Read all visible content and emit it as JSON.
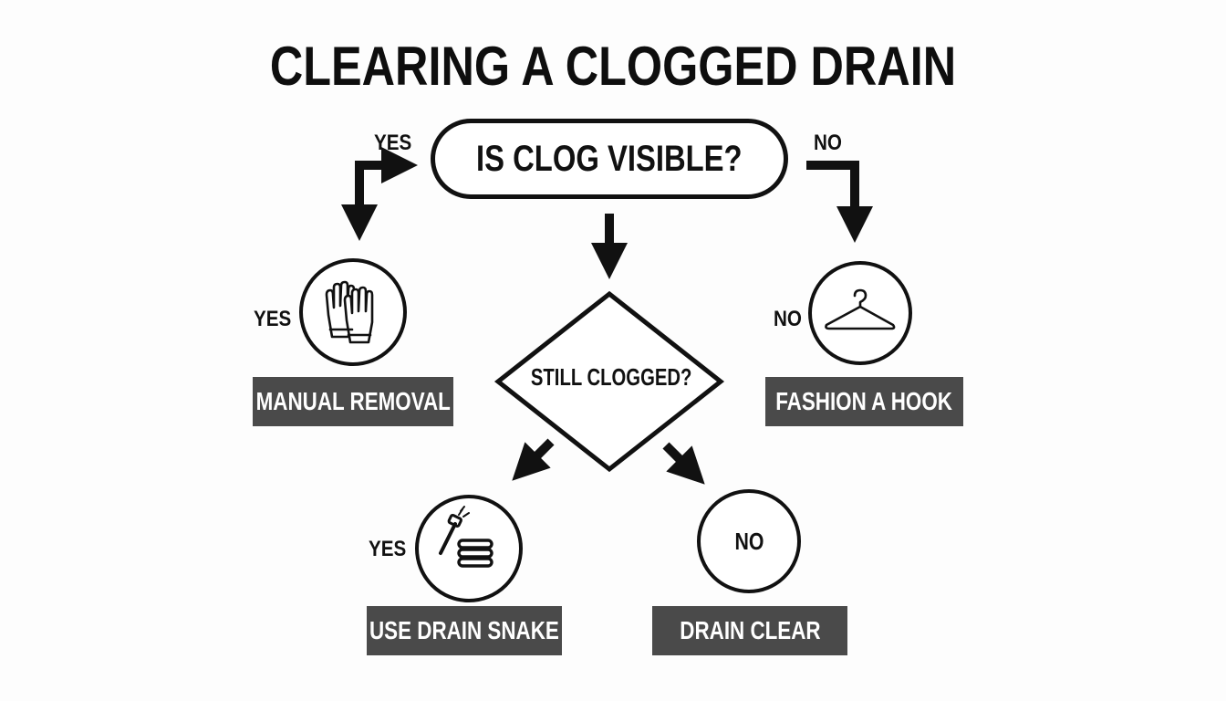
{
  "title": "CLEARING A CLOGGED DRAIN",
  "start_question": "IS CLOG VISIBLE?",
  "decision_question": "STILL CLOGGED?",
  "branch_labels": {
    "top_yes": "YES",
    "top_no": "NO",
    "left_yes": "YES",
    "right_no": "NO",
    "bottom_yes": "YES",
    "bottom_no": "NO"
  },
  "actions": {
    "manual_removal": "MANUAL REMOVAL",
    "fashion_hook": "FASHION A HOOK",
    "use_drain_snake": "USE DRAIN SNAKE",
    "drain_clear": "DRAIN CLEAR"
  },
  "icons": {
    "manual_removal": "gloves-icon",
    "fashion_hook": "hanger-icon",
    "use_drain_snake": "drain-snake-icon"
  },
  "colors": {
    "ink": "#111111",
    "label_box": "#4a4a4a",
    "label_text": "#ffffff",
    "background": "#fdfdfd"
  }
}
